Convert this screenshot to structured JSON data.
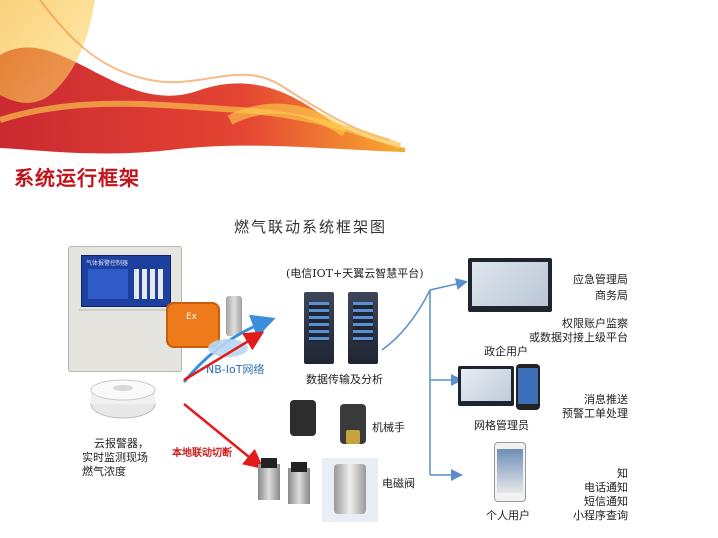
{
  "section_title": "系统运行框架",
  "diagram": {
    "title": "燃气联动系统框架图",
    "controller_label": "气体报警控制器",
    "detector_badge": "Ex",
    "network_label": "NB-IoT网络",
    "platform_label": "(电信IOT+天翼云智慧平台)",
    "servers_label": "数据传输及分析",
    "local_link_label": "本地联动切断",
    "manipulator_label": "机械手",
    "valve_label": "电磁阀",
    "alarm_caption": [
      "云报警器，",
      "实时监测现场",
      "燃气浓度"
    ],
    "emergency": [
      "应急管理局",
      "商务局"
    ],
    "permission": [
      "权限账户监察",
      "或数据对接上级平台"
    ],
    "enterprise": "政企用户",
    "grid_manager": "网格管理员",
    "push": [
      "消息推送",
      "预警工单处理"
    ],
    "personal_notify": [
      "知",
      "电话通知",
      "短信通知",
      "小程序查询"
    ],
    "personal_user": "个人用户"
  }
}
